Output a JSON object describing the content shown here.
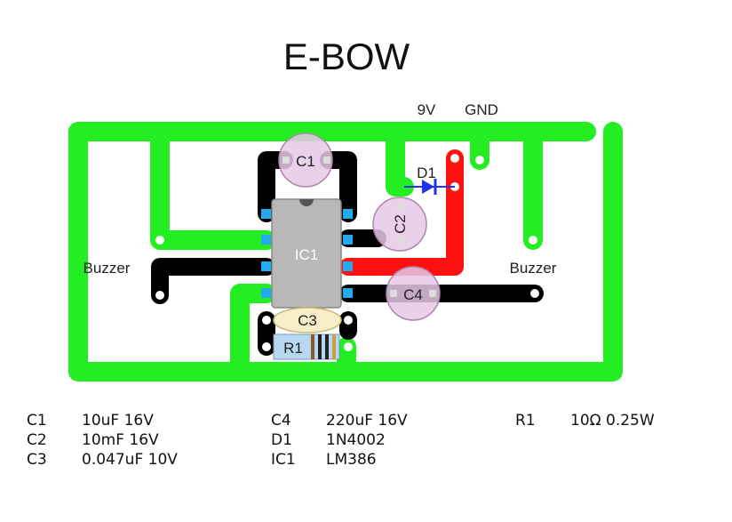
{
  "title": "E-BOW",
  "labels": {
    "v9": "9V",
    "gnd": "GND",
    "buzzer_left": "Buzzer",
    "buzzer_right": "Buzzer"
  },
  "components": {
    "c1": "C1",
    "c2": "C2",
    "c3": "C3",
    "c4": "C4",
    "d1": "D1",
    "ic1": "IC1",
    "r1": "R1"
  },
  "colors": {
    "gnd_trace": "#22ee22",
    "power_trace": "#ff1111",
    "signal_trace": "#000000",
    "pad": "#22aaee",
    "capacitor": "#e8c8e8",
    "ic_body": "#b8b8b8",
    "resistor": "#b8d8f0",
    "diode": "#2233ee"
  },
  "bom": [
    [
      {
        "ref": "C1",
        "val": "10uF 16V"
      },
      {
        "ref": "C2",
        "val": "10mF 16V"
      },
      {
        "ref": "C3",
        "val": "0.047uF 10V"
      }
    ],
    [
      {
        "ref": "C4",
        "val": "220uF 16V"
      },
      {
        "ref": "D1",
        "val": "1N4002"
      },
      {
        "ref": "IC1",
        "val": "LM386"
      }
    ],
    [
      {
        "ref": "R1",
        "val": "10Ω 0.25W"
      }
    ]
  ]
}
